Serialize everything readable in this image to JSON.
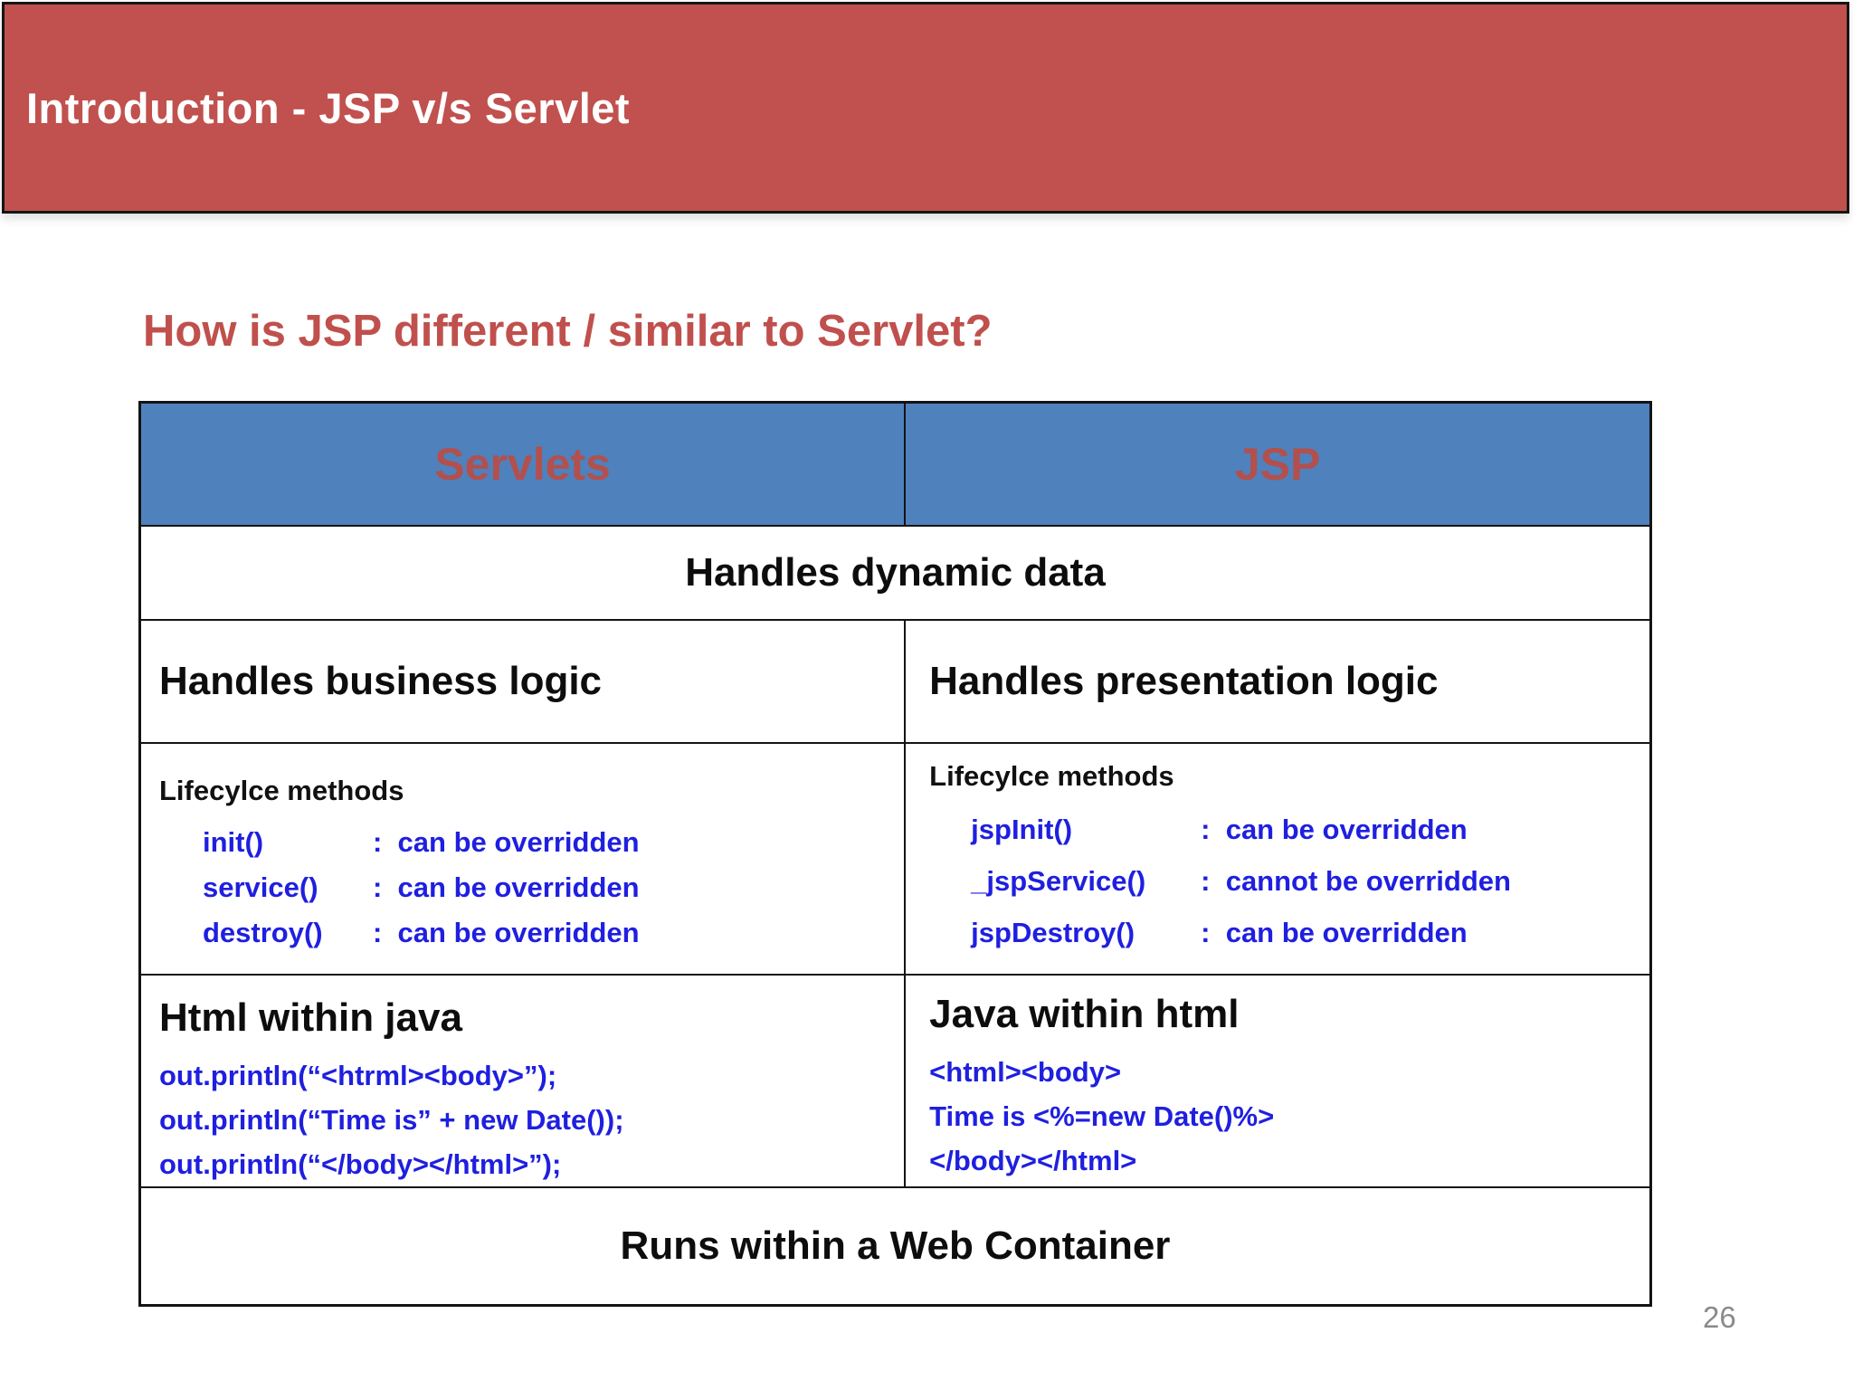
{
  "slide": {
    "banner_title": "Introduction - JSP v/s Servlet",
    "heading": "How is JSP different / similar to Servlet?",
    "page_number": "26"
  },
  "table": {
    "headers": [
      "Servlets",
      "JSP"
    ],
    "row_dynamic": "Handles dynamic data",
    "row_logic": {
      "servlet": "Handles business logic",
      "jsp": "Handles presentation logic"
    },
    "row_lifecycle": {
      "servlet": {
        "label": "Lifecylce methods",
        "methods": [
          {
            "name": "init()",
            "note": ":  can be overridden"
          },
          {
            "name": "service()",
            "note": ":  can be overridden"
          },
          {
            "name": "destroy()",
            "note": ":  can be overridden"
          }
        ]
      },
      "jsp": {
        "label": "Lifecylce methods",
        "methods": [
          {
            "name": "jspInit()",
            "note": ":  can be overridden"
          },
          {
            "name": "_jspService()",
            "note": ":  cannot be overridden"
          },
          {
            "name": "jspDestroy()",
            "note": ":  can be overridden"
          }
        ]
      }
    },
    "row_code": {
      "servlet": {
        "title": "Html within java",
        "lines": [
          "out.println(“<htrml><body>”);",
          "out.println(“Time is” + new Date());",
          "out.println(“</body></html>”);"
        ]
      },
      "jsp": {
        "title": "Java within html",
        "lines": [
          "<html><body>",
          "Time is <%=new Date()%>",
          "</body></html>"
        ]
      }
    },
    "row_container": "Runs within a Web Container"
  },
  "colors": {
    "banner_bg": "#c0514e",
    "banner_text": "#ffffff",
    "heading_red": "#c0504d",
    "table_header_bg": "#4f81bd",
    "table_header_text": "#b2504e",
    "code_blue": "#1f1fe0",
    "page_number_gray": "#8a8a8a"
  }
}
